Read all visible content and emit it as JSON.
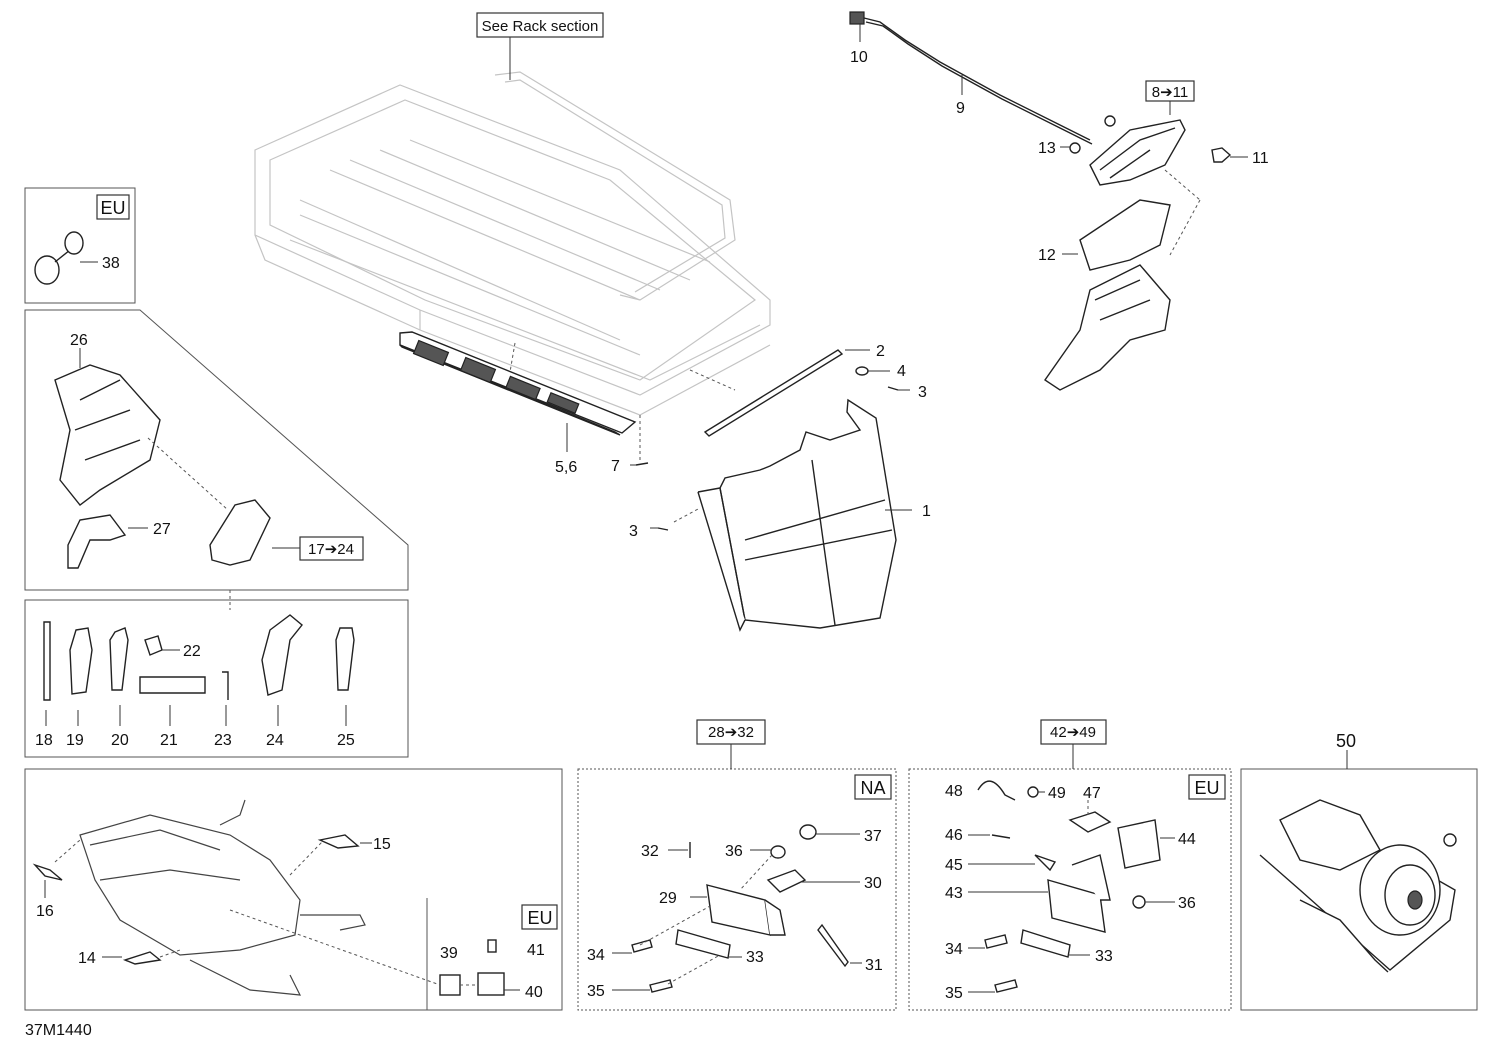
{
  "figure_code": "37M1440",
  "tags": {
    "see_rack": "See Rack section",
    "range_8_11": "8➔11",
    "range_17_24": "17➔24",
    "range_28_32": "28➔32",
    "range_42_49": "42➔49",
    "eu": "EU",
    "na": "NA"
  },
  "callouts": {
    "c1": "1",
    "c2": "2",
    "c3": "3",
    "c4": "4",
    "c56": "5,6",
    "c7": "7",
    "c9": "9",
    "c10": "10",
    "c11": "11",
    "c12": "12",
    "c13": "13",
    "c14": "14",
    "c15": "15",
    "c16": "16",
    "c18": "18",
    "c19": "19",
    "c20": "20",
    "c21": "21",
    "c22": "22",
    "c23": "23",
    "c24": "24",
    "c25": "25",
    "c26": "26",
    "c27": "27",
    "c29": "29",
    "c30": "30",
    "c31": "31",
    "c32": "32",
    "c33": "33",
    "c34": "34",
    "c35": "35",
    "c36": "36",
    "c37": "37",
    "c38": "38",
    "c39": "39",
    "c40": "40",
    "c41": "41",
    "c43": "43",
    "c44": "44",
    "c45": "45",
    "c46": "46",
    "c47": "47",
    "c48": "48",
    "c49": "49",
    "c50": "50"
  }
}
